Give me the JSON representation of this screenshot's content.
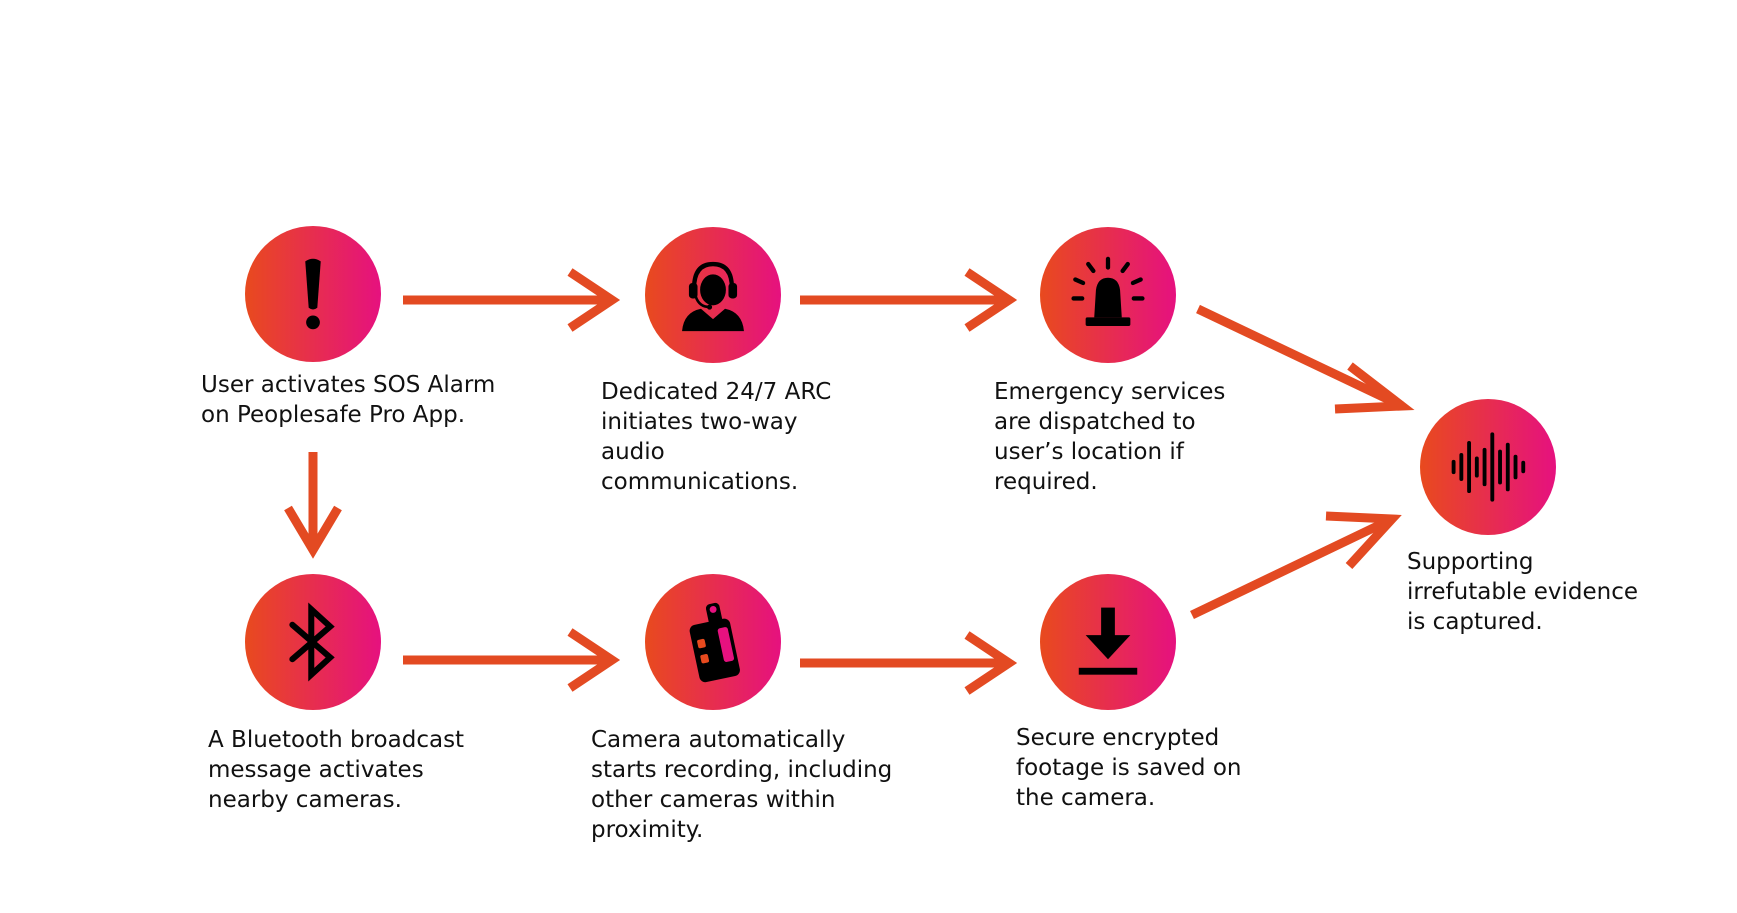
{
  "colors": {
    "node_gradient_start": "#e84a1e",
    "node_gradient_end": "#e6117f",
    "arrow": "#e34a22",
    "icon": "#000000"
  },
  "steps": [
    {
      "id": "n1",
      "icon": "exclamation-icon",
      "caption": [
        "User activates SOS Alarm",
        "on Peoplesafe Pro App."
      ]
    },
    {
      "id": "n2",
      "icon": "headset-operator-icon",
      "caption": [
        "Dedicated 24/7 ARC",
        "initiates two-way",
        "audio",
        "communications."
      ]
    },
    {
      "id": "n3",
      "icon": "siren-light-icon",
      "caption": [
        "Emergency services",
        "are dispatched to",
        "user’s location if",
        "required."
      ]
    },
    {
      "id": "n4",
      "icon": "bluetooth-icon",
      "caption": [
        "A Bluetooth broadcast",
        "message activates",
        "nearby cameras."
      ]
    },
    {
      "id": "n5",
      "icon": "body-camera-icon",
      "caption": [
        "Camera automatically",
        "starts recording, including",
        "other cameras within",
        "proximity."
      ]
    },
    {
      "id": "n6",
      "icon": "download-icon",
      "caption": [
        "Secure encrypted",
        "footage is saved on",
        "the camera."
      ]
    },
    {
      "id": "n7",
      "icon": "sound-wave-icon",
      "caption": [
        "Supporting",
        "irrefutable evidence",
        "is captured."
      ]
    }
  ],
  "connections": [
    {
      "from": "n1",
      "to": "n2"
    },
    {
      "from": "n2",
      "to": "n3"
    },
    {
      "from": "n3",
      "to": "n7"
    },
    {
      "from": "n1",
      "to": "n4"
    },
    {
      "from": "n4",
      "to": "n5"
    },
    {
      "from": "n5",
      "to": "n6"
    },
    {
      "from": "n6",
      "to": "n7"
    }
  ]
}
